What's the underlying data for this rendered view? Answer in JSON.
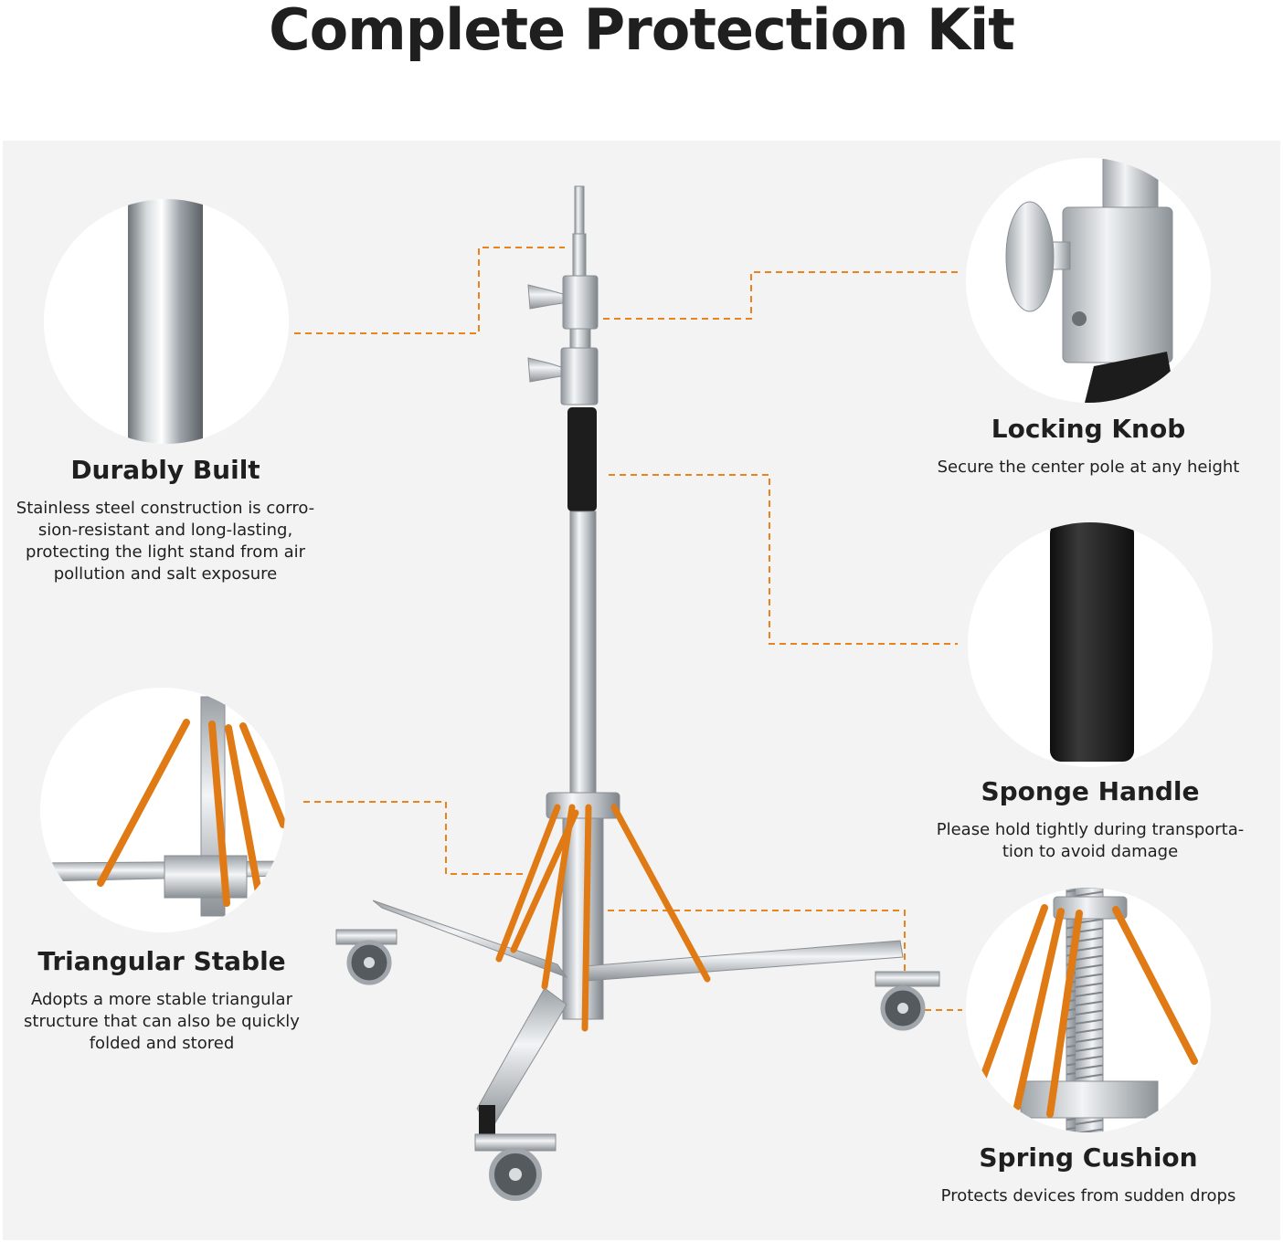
{
  "title": "Complete Protection Kit",
  "colors": {
    "accent_orange": "#e8841c",
    "panel_background": "#f3f3f3",
    "steel": "#c9cdd1",
    "foam_black": "#1b1b1b"
  },
  "features": {
    "durably_built": {
      "title": "Durably Built",
      "description": "Stainless steel construction is corrosion-resistant and long-lasting, protecting the light stand from air pollution and salt exposure",
      "desc_lines": [
        "Stainless steel construction is corro-",
        "sion-resistant and long-lasting,",
        "protecting the light stand from air",
        "pollution and salt exposure"
      ]
    },
    "locking_knob": {
      "title": "Locking Knob",
      "description": "Secure the center pole at any height"
    },
    "sponge_handle": {
      "title": "Sponge Handle",
      "description": "Please hold tightly during transportation to avoid damage",
      "desc_lines": [
        "Please hold tightly during transporta-",
        "tion to avoid damage"
      ]
    },
    "triangular_stable": {
      "title": "Triangular Stable",
      "description": "Adopts a more stable triangular structure that can also be quickly folded and stored",
      "desc_lines": [
        "Adopts a more stable triangular",
        "structure that can also be quickly",
        "folded and stored"
      ]
    },
    "spring_cushion": {
      "title": "Spring Cushion",
      "description": "Protects devices from sudden drops"
    }
  },
  "icons": {
    "pole": "steel-pole-closeup-icon",
    "knob": "locking-knob-closeup-icon",
    "sponge": "sponge-grip-closeup-icon",
    "legs": "tripod-legs-closeup-icon",
    "spring": "spring-cushion-closeup-icon",
    "stand": "light-stand-icon"
  }
}
